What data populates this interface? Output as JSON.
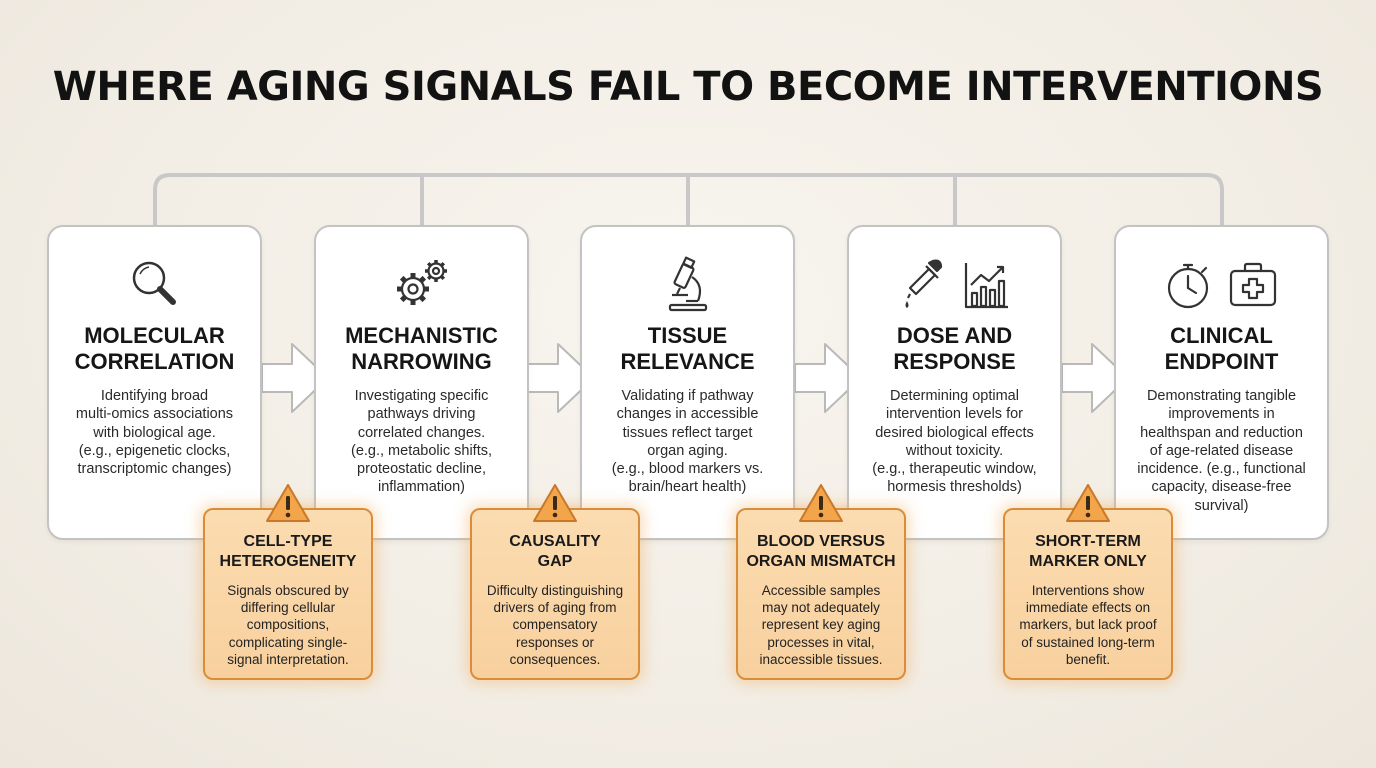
{
  "title": "WHERE AGING SIGNALS FAIL TO BECOME INTERVENTIONS",
  "stages": [
    {
      "icons": [
        "magnifier-icon"
      ],
      "title_lines": [
        "MOLECULAR",
        "CORRELATION"
      ],
      "desc_lines": [
        "Identifying broad",
        "multi-omics associations",
        "with biological age.",
        "(e.g., epigenetic clocks,",
        "transcriptomic changes)"
      ]
    },
    {
      "icons": [
        "gears-icon"
      ],
      "title_lines": [
        "MECHANISTIC",
        "NARROWING"
      ],
      "desc_lines": [
        "Investigating specific",
        "pathways driving",
        "correlated changes.",
        "(e.g., metabolic shifts,",
        "proteostatic decline,",
        "inflammation)"
      ]
    },
    {
      "icons": [
        "microscope-icon"
      ],
      "title_lines": [
        "TISSUE",
        "RELEVANCE"
      ],
      "desc_lines": [
        "Validating if pathway",
        "changes in accessible",
        "tissues reflect target",
        "organ aging.",
        "(e.g., blood markers vs.",
        "brain/heart health)"
      ]
    },
    {
      "icons": [
        "dropper-icon",
        "bar-chart-icon"
      ],
      "title_lines": [
        "DOSE AND",
        "RESPONSE"
      ],
      "desc_lines": [
        "Determining optimal",
        "intervention levels for",
        "desired biological effects",
        "without toxicity.",
        "(e.g., therapeutic window,",
        "hormesis thresholds)"
      ]
    },
    {
      "icons": [
        "stopwatch-icon",
        "medical-kit-icon"
      ],
      "title_lines": [
        "CLINICAL",
        "ENDPOINT"
      ],
      "desc_lines": [
        "Demonstrating tangible",
        "improvements in",
        "healthspan and reduction",
        "of age-related disease",
        "incidence. (e.g., functional",
        "capacity, disease-free",
        "survival)"
      ]
    }
  ],
  "risks": [
    {
      "title_lines": [
        "CELL-TYPE",
        "HETEROGENEITY"
      ],
      "desc_lines": [
        "Signals obscured by",
        "differing cellular",
        "compositions,",
        "complicating single-",
        "signal interpretation."
      ]
    },
    {
      "title_lines": [
        "CAUSALITY",
        "GAP"
      ],
      "desc_lines": [
        "Difficulty distinguishing",
        "drivers of aging from",
        "compensatory",
        "responses or",
        "consequences."
      ]
    },
    {
      "title_lines": [
        "BLOOD VERSUS",
        "ORGAN MISMATCH"
      ],
      "desc_lines": [
        "Accessible samples",
        "may not adequately",
        "represent key aging",
        "processes in vital,",
        "inaccessible tissues."
      ]
    },
    {
      "title_lines": [
        "SHORT-TERM",
        "MARKER ONLY"
      ],
      "desc_lines": [
        "Interventions show",
        "immediate effects on",
        "markers, but lack proof",
        "of sustained long-term",
        "benefit."
      ]
    }
  ],
  "colors": {
    "risk_fill": "#f8d09e",
    "risk_border": "#d98d3a",
    "warning_fill": "#f2a54a",
    "connector": "#c8c8c8"
  }
}
